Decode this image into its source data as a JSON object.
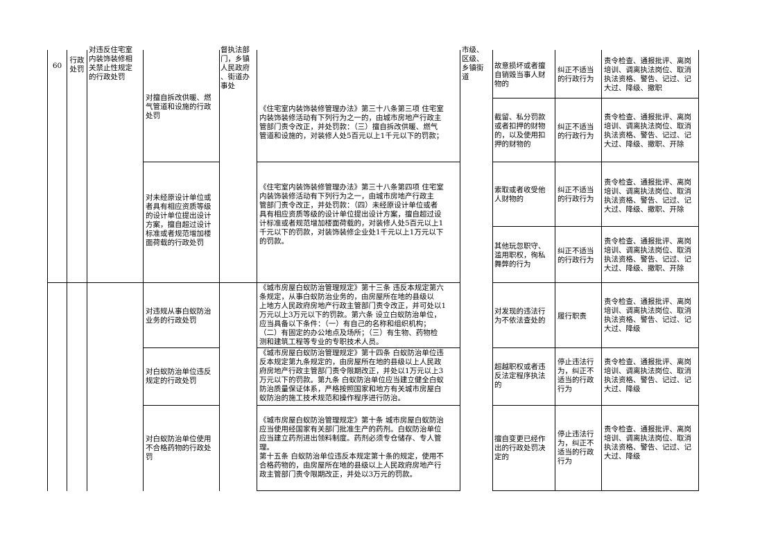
{
  "row60": {
    "number": "60",
    "category": "行政\n处罚",
    "item_name": "对违反住宅室\n内装饰装修相\n关禁止性规定\n的行政处罚",
    "sub1_name": "对擅自拆改供暖、燃\n气管道和设施的行政\n处罚",
    "sub2_name": "对未经原设计单位或\n者具有相应资质等级\n的设计单位提出设计\n方案，擅自超过设计\n标准或者规范增加楼\n面荷载的行政处罚",
    "authority": "督执法部\n门，乡镇\n人民政府\n、街道办\n事处",
    "basis1": "《住宅室内装饰装修管理办法》第三十八条第三项 住宅室\n内装饰装修活动有下列行为之一的，由城市房地产行政主\n管部门责令改正，并处罚款：（三）擅自拆改供暖、燃气\n管道和设施的，对装修人处5百元以上1千元以下的罚款；",
    "basis2": "《住宅室内装饰装修管理办法》第三十八条第四项 住宅室\n内装饰装修活动有下列行为之一，由城市房地产行政主\n管部门责令改正，并处罚款：（四）未经原设计单位或者\n具有相应资质等级的设计单位提出设计方案，擅自超过设\n计标准或者规范增加楼面荷载的，对装修人处5百元以上1\n千元以下的罚款，对装饰装修企业处1千元以上1万元以下\n的罚款。",
    "level": "市级、\n区级、\n乡镇街\n道",
    "duties": [
      {
        "situation": "故意损坏或者擅\n自销毁当事人财\n物的",
        "type": "纠正不适当\n的行政行为",
        "accountability": "责令检查、通报批评、离岗\n培训、调离执法岗位、取消\n执法资格、警告、记过、记\n大过、降级、撤职"
      },
      {
        "situation": "截留、私分罚款\n或者扣押的财物\n的，以及使用扣\n押的财物的",
        "type": "纠正不适当\n的行政行为",
        "accountability": "责令检查、通报批评、离岗\n培训、调离执法岗位、取消\n执法资格、警告、记过、记\n大过、降级、撤职、开除"
      },
      {
        "situation": "索取或者收受他\n人财物的",
        "type": "纠正不适当\n的行政行为",
        "accountability": "责令检查、通报批评、离岗\n培训、调离执法岗位、取消\n执法资格、警告、记过、记\n大过、降级、撤职、开除"
      },
      {
        "situation": "其他玩忽职守、\n滥用职权，徇私\n舞弊的行为",
        "type": "纠正不适当\n的行政行为",
        "accountability": "责令检查、通报批评、离岗\n培训、调离执法岗位、取消\n执法资格、警告、记过、记\n大过、降级、撤职、开除"
      }
    ]
  },
  "row61": {
    "items": [
      {
        "name": "对违规从事白蚁防治\n业务的行政处罚",
        "basis": "《城市房屋白蚁防治管理规定》第十三条 违反本规定第六\n条规定，从事白蚁防治业务的，由房屋所在地的县级以\n上地方人民政府房地产行政主管部门责令改正，并可处以1\n万元以上3万元以下的罚款。第六条 设立白蚁防治单位，\n应当具备以下条件：（一）有自己的名称和组织机构；\n（二）有固定的办公地点及场所；（三）有生物、药物检\n测和建筑工程等专业的专职技术人员。",
        "situation": "对发现的违法行\n为不依法查处的",
        "type": "履行职责",
        "accountability": "责令检查、通报批评、离岗\n培训、调离执法岗位、取消\n执法资格、警告、记过、记\n大过、降级"
      },
      {
        "name": "对白蚁防治单位违反\n规定的行政处罚",
        "basis": "《城市房屋白蚁防治管理规定》第十四条 白蚁防治单位违\n反本规定第九条规定的，由房屋所在地的县级以上人民政\n府房地产行政主管部门责令限期改正，并处以1万元以上3\n万元以下的罚款。第九条 白蚁防治单位应当建立健全白蚁\n防治质量保证体系，严格按照国家和地方有关城市房屋白\n蚁防治的施工技术规范和操作程序进行防治。",
        "situation": "超越职权或者违\n反法定程序执法\n的",
        "type": "停止违法行\n为，纠正不\n适当的行政\n行为",
        "accountability": "责令检查、通报批评、离岗\n培训、调离执法岗位、取消\n执法资格、警告、记过、记\n大过、降级"
      },
      {
        "name": "对白蚁防治单位使用\n不合格药物的行政处\n罚",
        "basis": "《城市房屋白蚁防治管理规定》第十条 城市房屋白蚁防治\n应当使用经国家有关部门批准生产的药剂。白蚁防治单位\n应当建立药剂进出领料制度。药剂必须专仓储存、专人管\n理。\n第十五条 白蚁防治单位违反本规定第十条的规定，使用不\n合格药物的，由房屋所在地的县级以上人民政府房地产行\n政主管部门责令限期改正，并处以3万元的罚款。",
        "situation": "擅自变更已经作\n出的行政处罚决\n定的",
        "type": "停止违法行\n为，纠正不\n适当的行政\n行为",
        "accountability": "责令检查、通报批评、离岗\n培训、调离执法岗位、取消\n执法资格、警告、记过、记\n大过、降级"
      }
    ]
  }
}
